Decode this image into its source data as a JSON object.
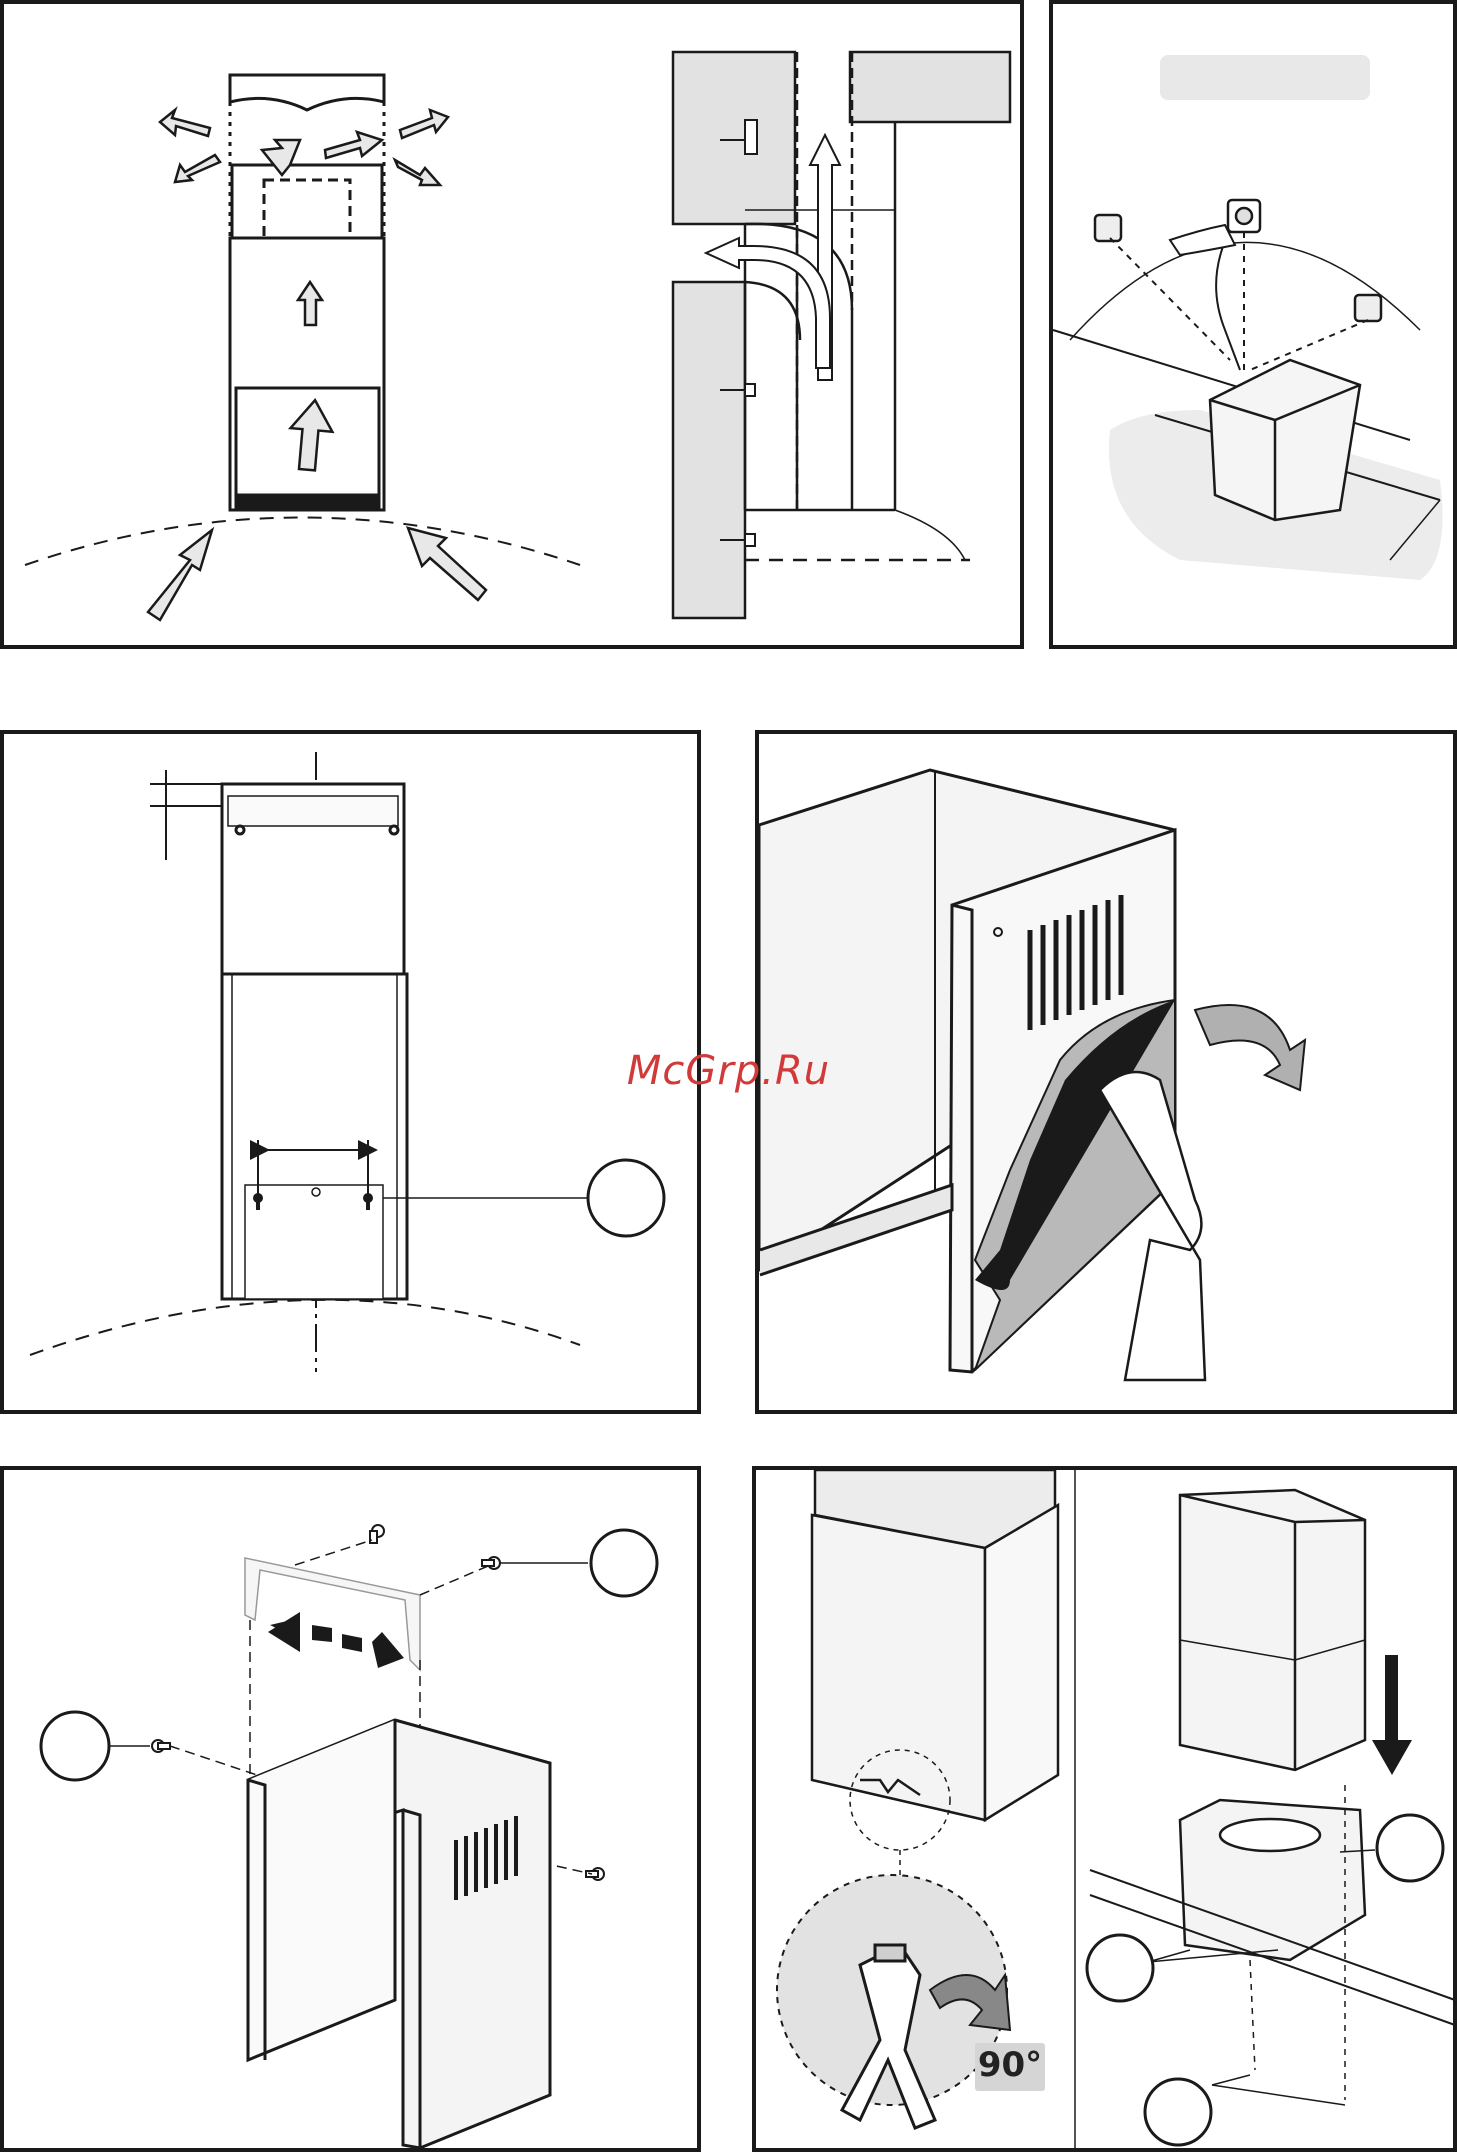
{
  "watermark": {
    "text": "McGrp.Ru"
  },
  "panels": {
    "airflow": {
      "name": "air-circulation-diagram"
    },
    "duct": {
      "name": "duct-exhaust-diagram"
    },
    "socket": {
      "name": "power-socket-diagram"
    },
    "mounting": {
      "name": "wall-bracket-mounting-diagram"
    },
    "film": {
      "name": "protective-film-removal-diagram"
    },
    "bracket": {
      "name": "chimney-bracket-screw-diagram"
    },
    "install": {
      "name": "chimney-installation-diagram",
      "angle_label": "90°"
    }
  },
  "colors": {
    "stroke": "#1a1a1a",
    "panel_fill": "#e2e2e2",
    "dark_fill": "#b9b9b9",
    "light_fill": "#f2f2f2",
    "watermark": "#d23a3a"
  }
}
